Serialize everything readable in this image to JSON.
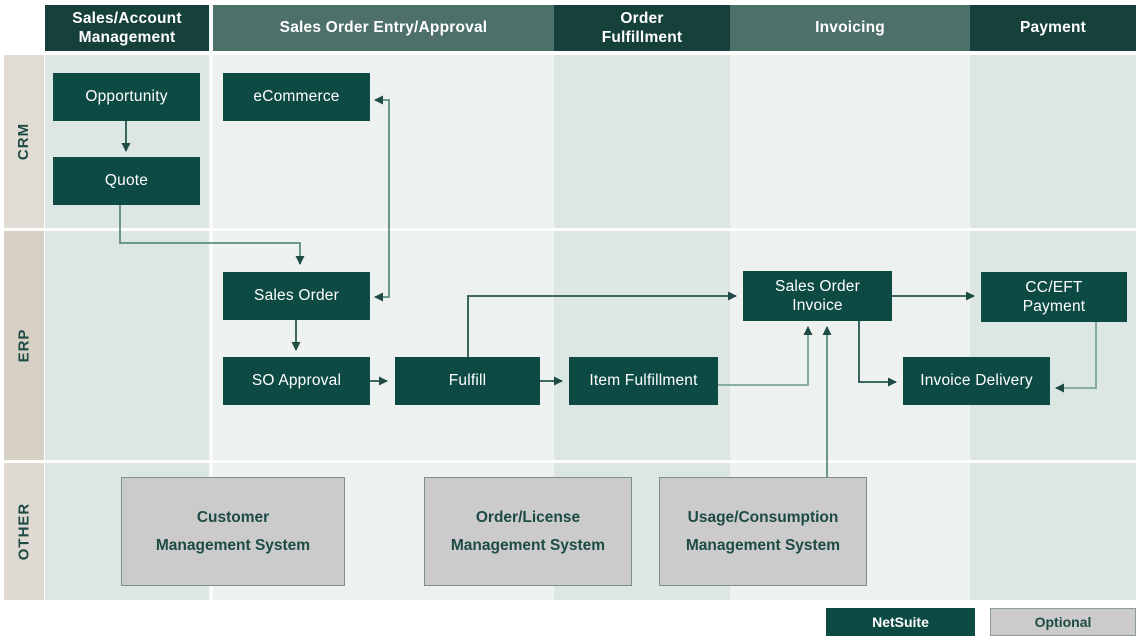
{
  "header": {
    "columns": [
      {
        "id": "sales-account-management",
        "variant": "dark",
        "lines": [
          "Sales/Account",
          "Management"
        ]
      },
      {
        "id": "sales-order-entry-approval",
        "variant": "sage",
        "lines": [
          "Sales Order Entry/Approval"
        ]
      },
      {
        "id": "order-fulfillment",
        "variant": "dark",
        "lines": [
          "Order",
          "Fulfillment"
        ]
      },
      {
        "id": "invoicing",
        "variant": "sage",
        "lines": [
          "Invoicing"
        ]
      },
      {
        "id": "payment",
        "variant": "dark",
        "lines": [
          "Payment"
        ]
      }
    ]
  },
  "rows": [
    {
      "id": "crm",
      "label": "CRM"
    },
    {
      "id": "erp",
      "label": "ERP"
    },
    {
      "id": "other",
      "label": "OTHER"
    }
  ],
  "nodes": {
    "opportunity": {
      "label": "Opportunity",
      "type": "netsuite"
    },
    "quote": {
      "label": "Quote",
      "type": "netsuite"
    },
    "ecommerce": {
      "label": "eCommerce",
      "type": "netsuite"
    },
    "sales_order": {
      "label": "Sales Order",
      "type": "netsuite"
    },
    "so_approval": {
      "label": "SO Approval",
      "type": "netsuite"
    },
    "fulfill": {
      "label": "Fulfill",
      "type": "netsuite"
    },
    "item_fulfillment": {
      "label": "Item Fulfillment",
      "type": "netsuite"
    },
    "sales_order_invoice": {
      "line1": "Sales Order",
      "line2": "Invoice",
      "type": "netsuite"
    },
    "cc_eft_payment": {
      "line1": "CC/EFT",
      "line2": "Payment",
      "type": "netsuite"
    },
    "invoice_delivery": {
      "label": "Invoice Delivery",
      "type": "netsuite"
    },
    "customer_mgmt_system": {
      "line1": "Customer",
      "line2": "Management System",
      "type": "optional"
    },
    "order_license_mgmt_system": {
      "line1": "Order/License",
      "line2": "Management System",
      "type": "optional"
    },
    "usage_consumption_mgmt_system": {
      "line1": "Usage/Consumption",
      "line2": "Management System",
      "type": "optional"
    }
  },
  "connections": [
    {
      "from": "opportunity",
      "to": "quote",
      "style": "dark"
    },
    {
      "from": "quote",
      "to": "sales_order",
      "style": "mid"
    },
    {
      "from": "ecommerce",
      "to": "sales_order",
      "style": "mid",
      "bidirectional": true
    },
    {
      "from": "sales_order",
      "to": "so_approval",
      "style": "dark"
    },
    {
      "from": "so_approval",
      "to": "fulfill",
      "style": "dark"
    },
    {
      "from": "fulfill",
      "to": "item_fulfillment",
      "style": "dark"
    },
    {
      "from": "fulfill",
      "to": "sales_order_invoice",
      "style": "dark"
    },
    {
      "from": "sales_order_invoice",
      "to": "cc_eft_payment",
      "style": "dark"
    },
    {
      "from": "sales_order_invoice",
      "to": "invoice_delivery",
      "style": "dark"
    },
    {
      "from": "item_fulfillment",
      "to": "sales_order_invoice",
      "style": "soft"
    },
    {
      "from": "usage_consumption_mgmt_system",
      "to": "sales_order_invoice",
      "style": "mid"
    },
    {
      "from": "cc_eft_payment",
      "to": "invoice_delivery",
      "style": "soft"
    }
  ],
  "legend": {
    "netsuite_label": "NetSuite",
    "optional_label": "Optional"
  },
  "colors": {
    "netsuite_teal": "#0d4a43",
    "header_dark": "#16413b",
    "header_sage": "#4e706a",
    "lane_tint_dark": "#dce6e2",
    "lane_tint_light": "#edf2f0",
    "band_crm": "#e0dbd3",
    "band_erp": "#d7d0c4",
    "band_other": "#dedad3",
    "optional_gray": "#cbcbcb",
    "line_dark": "#27554e",
    "line_mid": "#5f8c84",
    "line_soft": "#7ba49c",
    "text_teal": "#1d4a44"
  }
}
